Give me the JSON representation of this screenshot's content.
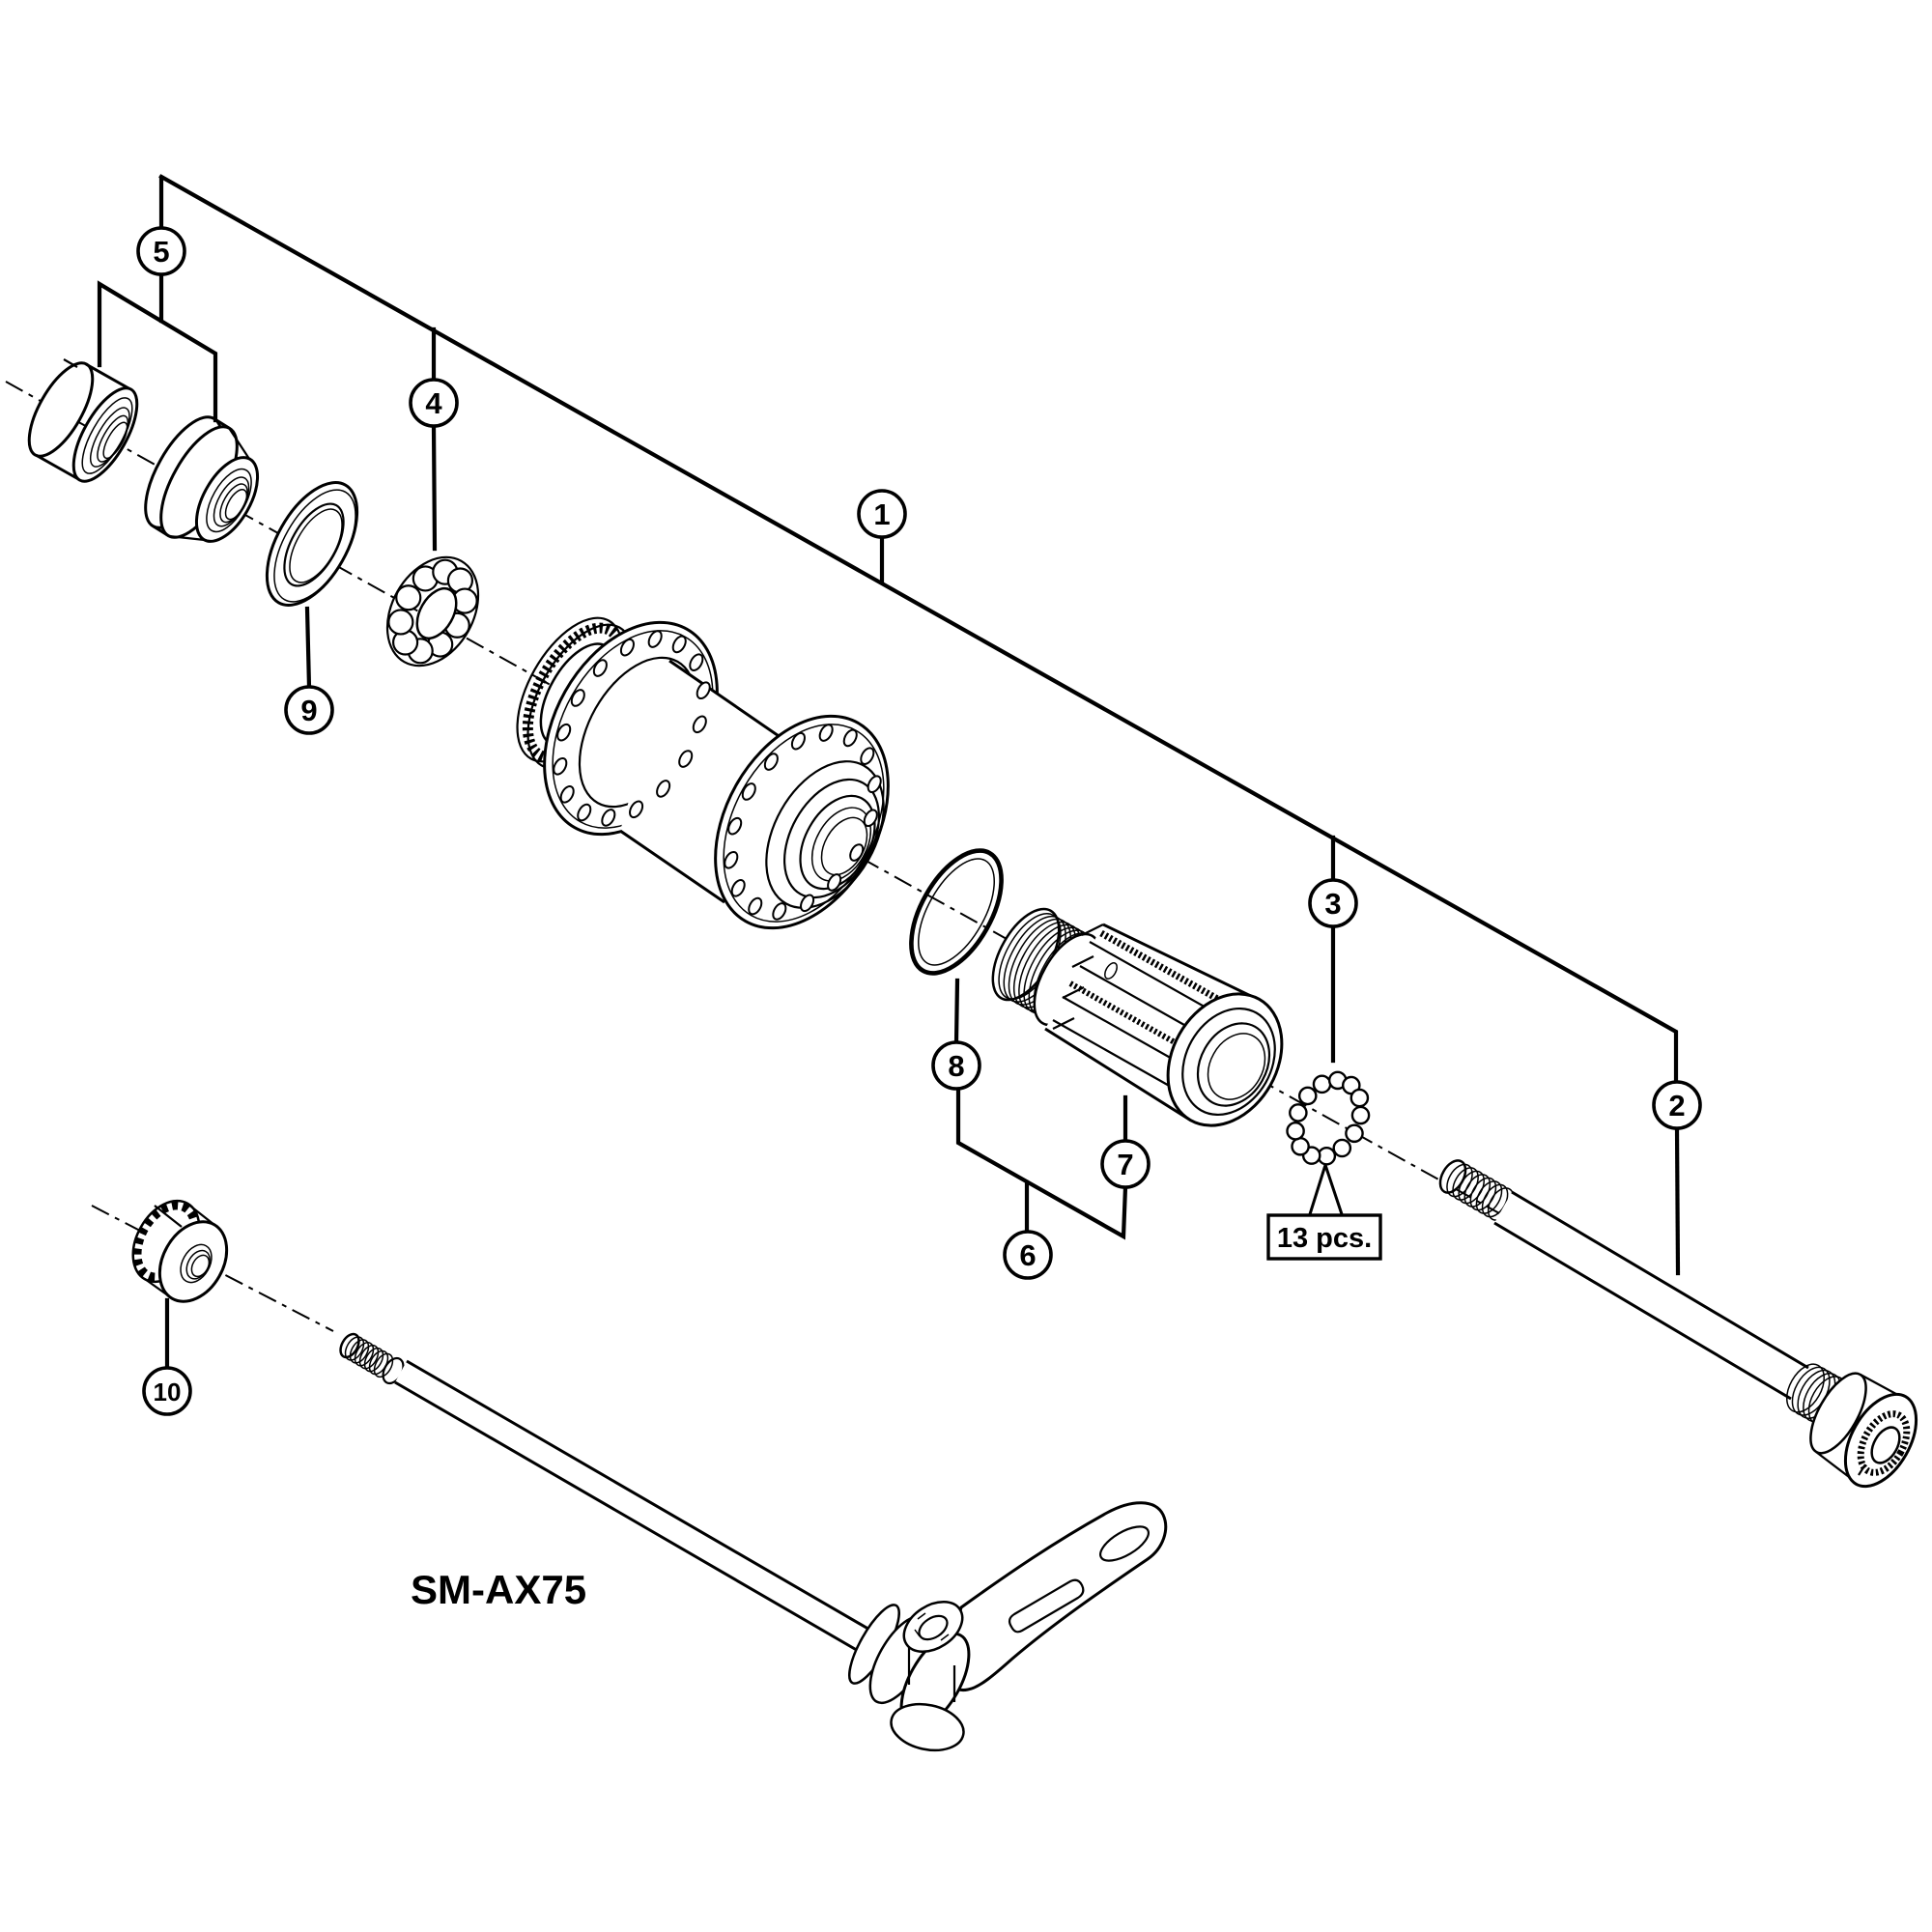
{
  "diagram": {
    "model_label": "SM-AX75",
    "quantity_label": "13 pcs.",
    "ink_color": "#000000",
    "background_color": "#ffffff",
    "callouts": [
      {
        "label": "1"
      },
      {
        "label": "2"
      },
      {
        "label": "3"
      },
      {
        "label": "4"
      },
      {
        "label": "5"
      },
      {
        "label": "6"
      },
      {
        "label": "7"
      },
      {
        "label": "8"
      },
      {
        "label": "9"
      },
      {
        "label": "10"
      }
    ]
  }
}
